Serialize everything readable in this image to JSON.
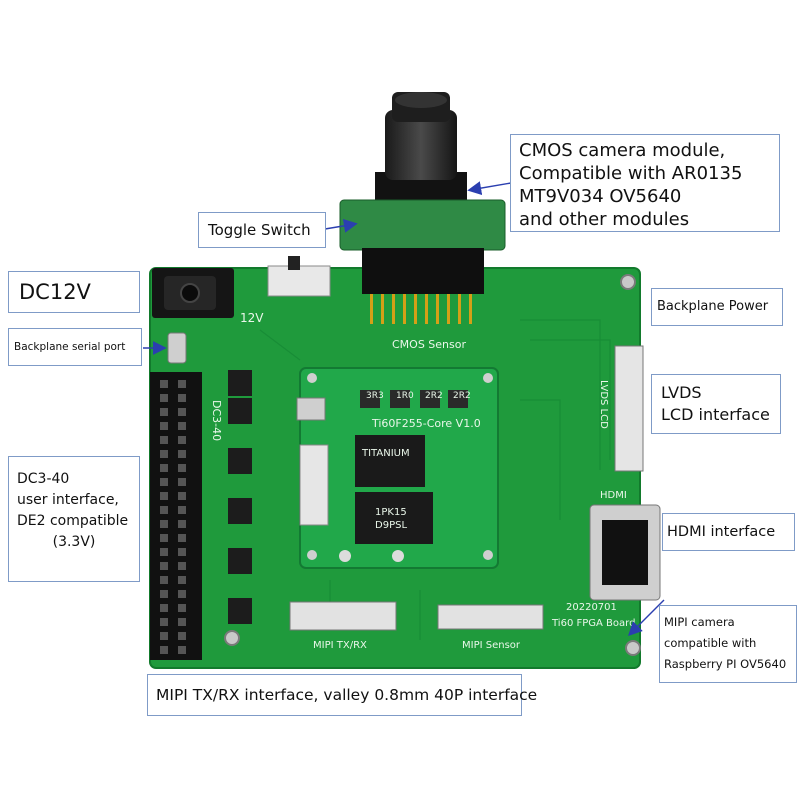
{
  "callouts": {
    "camera": [
      "CMOS camera module,",
      "Compatible with AR0135",
      " MT9V034 OV5640",
      " and other modules"
    ],
    "toggle": "Toggle Switch",
    "dc12v": "DC12V",
    "serial": "Backplane serial port",
    "backplane_power": "Backplane Power",
    "lvds": [
      "LVDS",
      "LCD interface"
    ],
    "dc340": [
      "DC3-40",
      "user interface,",
      "DE2 compatible",
      "        (3.3V)"
    ],
    "hdmi": "HDMI interface",
    "mipi_cam": [
      "MIPI camera",
      "compatible with",
      "Raspberry PI OV5640"
    ],
    "mipi_txrx": "MIPI TX/RX interface, valley 0.8mm 40P interface"
  },
  "silkscreen": {
    "cmos_sensor": "CMOS Sensor",
    "v12": "12V",
    "dc3_40": "DC3-40",
    "lvds_lcd": "LVDS LCD",
    "hdmi": "HDMI",
    "core_name": "Ti60F255-Core V1.0",
    "chip_brand": "TITANIUM",
    "chip_part": "1PK15",
    "chip_code": "D9PSL",
    "date": "20220701",
    "board_name": "Ti60 FPGA Board",
    "mipi_txrx": "MIPI TX/RX",
    "mipi_sensor": "MIPI Sensor",
    "ind_3r3": "3R3",
    "ind_1r0": "1R0",
    "ind_2r2a": "2R2",
    "ind_2r2b": "2R2"
  },
  "colors": {
    "pcb": "#1f9a3c",
    "pcb_dark": "#13782b",
    "core_board": "#21a84a",
    "callout_border": "#7f9bc7",
    "arrow": "#2b3fb0"
  }
}
